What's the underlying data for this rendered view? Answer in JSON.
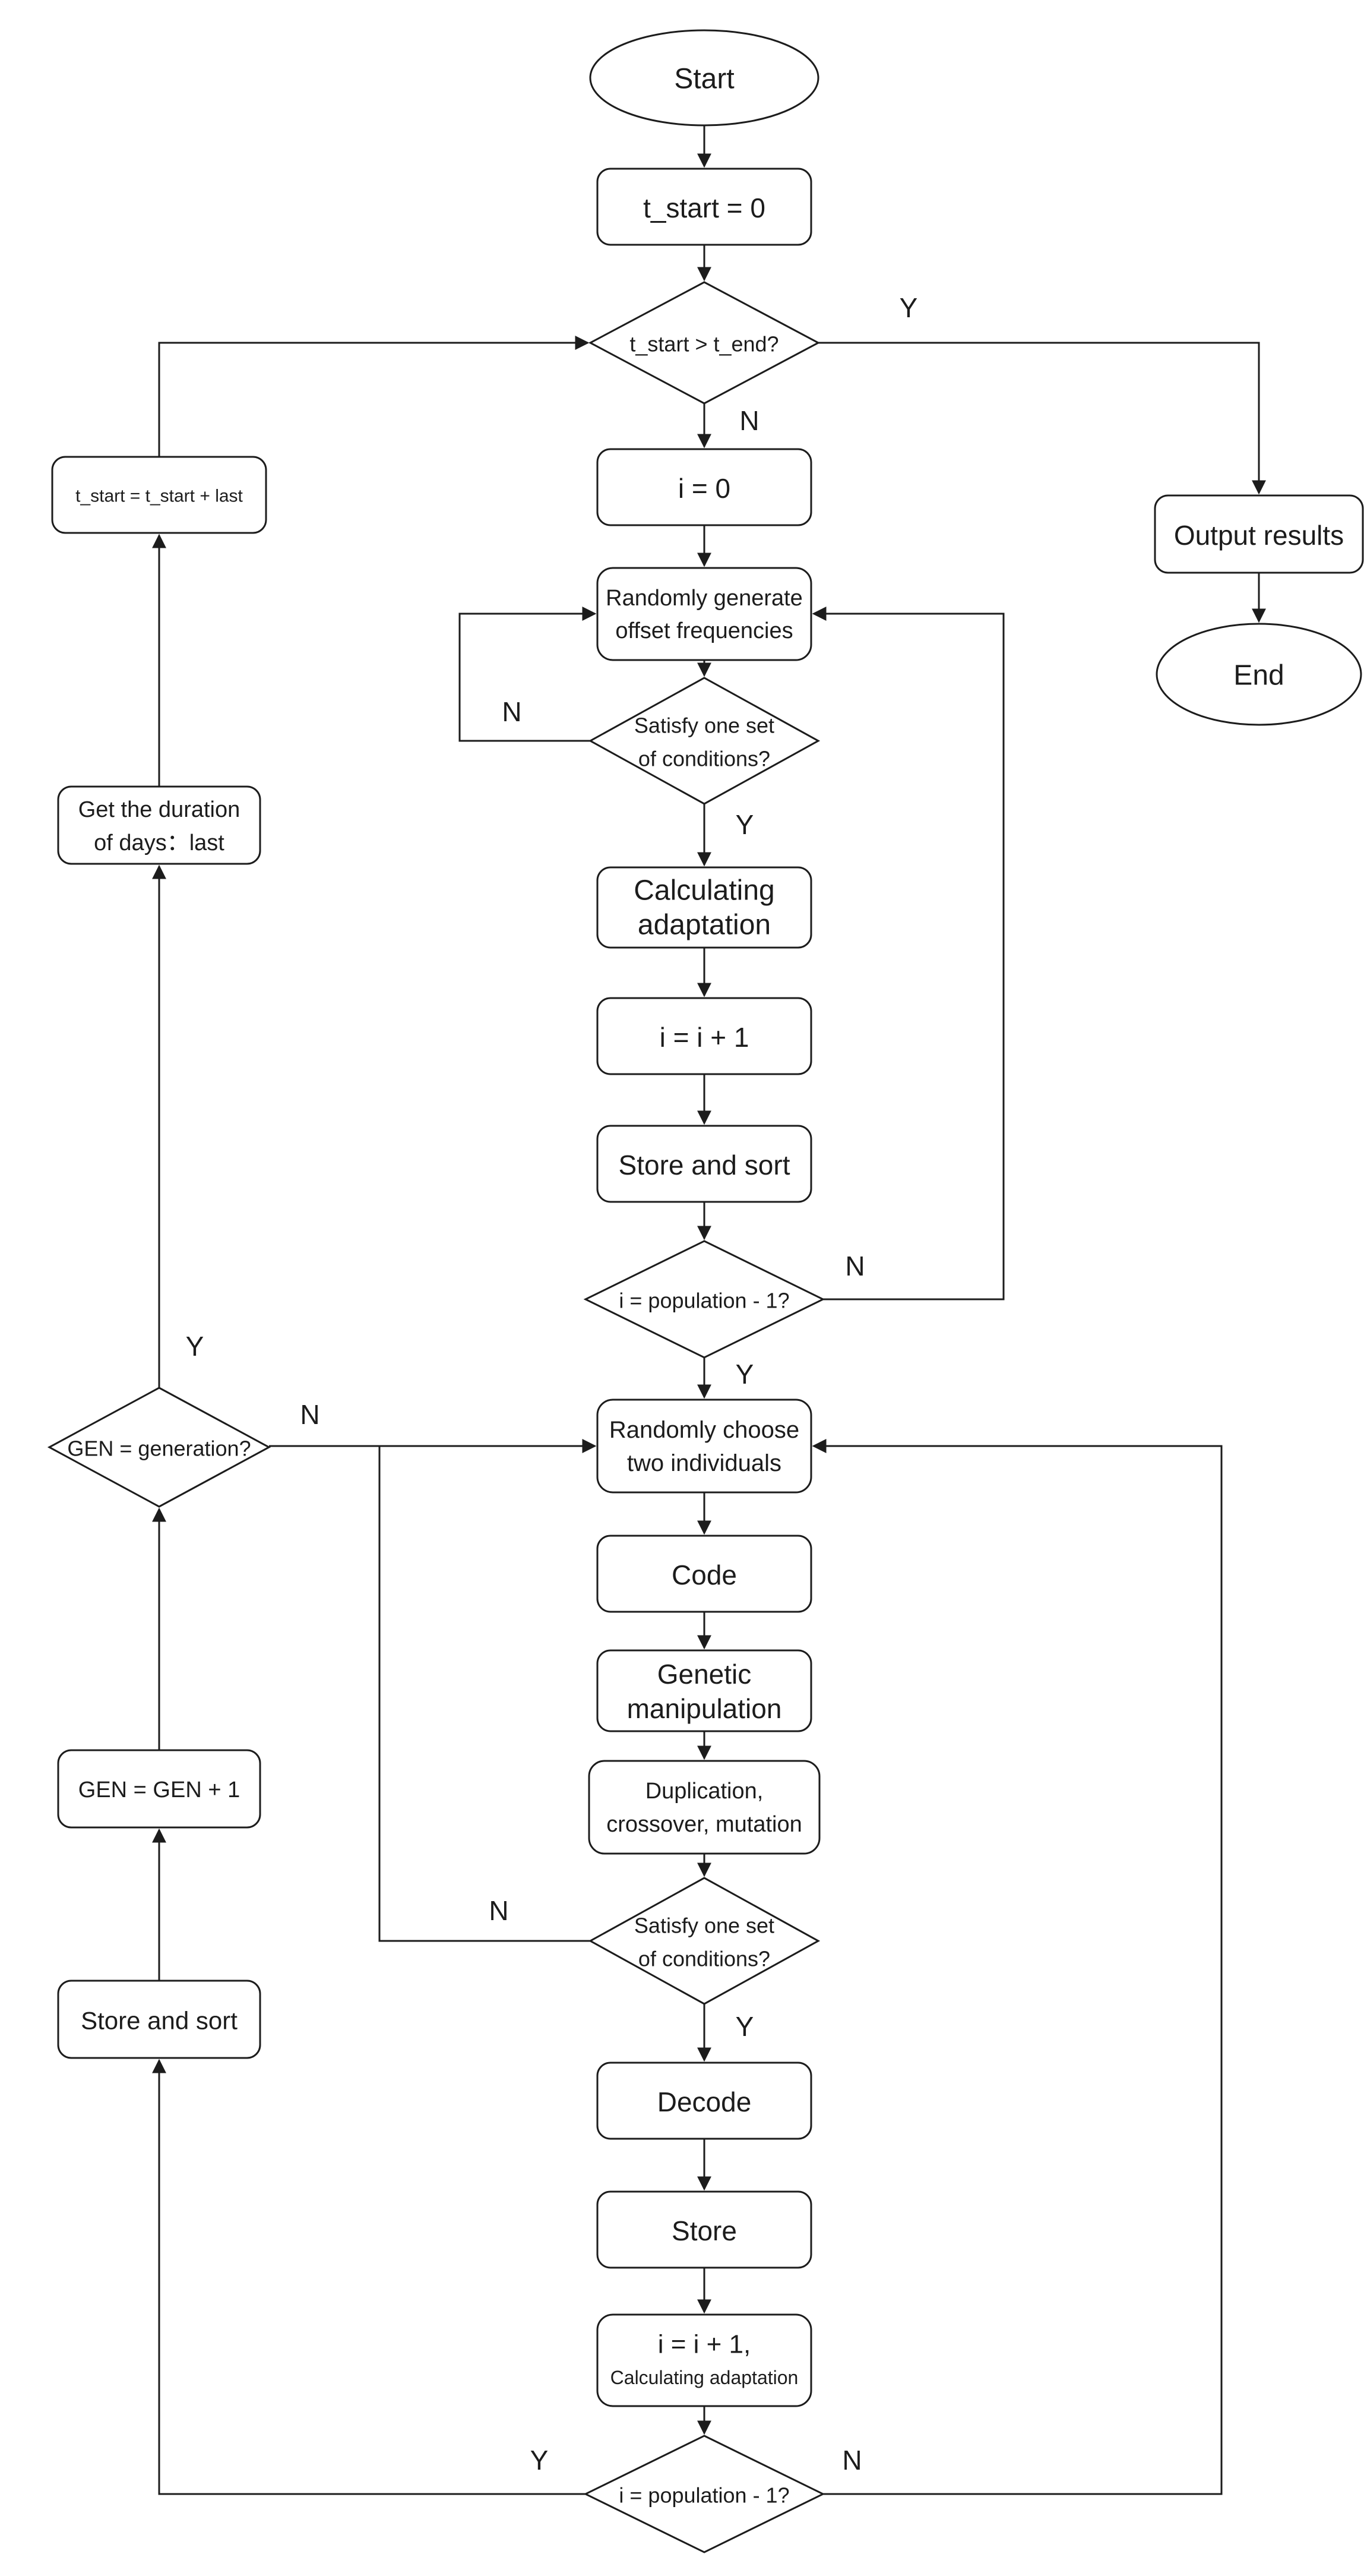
{
  "colors": {
    "stroke": "#1c1c1c",
    "node_fill": "#ffffff",
    "text": "#1c1c1c",
    "canvas": "#ffffff"
  },
  "nodes": {
    "start": {
      "label": "Start"
    },
    "t_start_0": {
      "label": "t_start = 0"
    },
    "dec_t_end": {
      "label": "t_start > t_end?"
    },
    "i_0": {
      "label": "i = 0"
    },
    "randomly_generate": {
      "lines": [
        "Randomly generate",
        "offset frequencies"
      ]
    },
    "satisfy_1": {
      "lines": [
        "Satisfy one set",
        "of conditions?"
      ]
    },
    "calculating_adaptation": {
      "lines": [
        "Calculating",
        "adaptation"
      ]
    },
    "i_plus_1": {
      "label": "i = i + 1"
    },
    "store_and_sort": {
      "label": "Store and sort"
    },
    "dec_population_1": {
      "label": "i = population - 1?"
    },
    "randomly_choose": {
      "lines": [
        "Randomly choose",
        "two individuals"
      ]
    },
    "code": {
      "label": "Code"
    },
    "genetic_manipulation": {
      "lines": [
        "Genetic",
        "manipulation"
      ]
    },
    "duplication": {
      "lines": [
        "Duplication,",
        "crossover, mutation"
      ]
    },
    "satisfy_2": {
      "lines": [
        "Satisfy one set",
        "of conditions?"
      ]
    },
    "decode": {
      "label": "Decode"
    },
    "store": {
      "label": "Store"
    },
    "i_plus_1_calc": {
      "lines": [
        "i = i + 1,",
        "Calculating adaptation"
      ]
    },
    "dec_population_2": {
      "label": "i = population - 1?"
    },
    "output_results": {
      "label": "Output results"
    },
    "end": {
      "label": "End"
    },
    "t_start_update": {
      "label": "t_start = t_start + last"
    },
    "get_duration": {
      "lines": [
        "Get the duration",
        "of days：last"
      ]
    },
    "dec_gen": {
      "label": "GEN = generation?"
    },
    "gen_plus_1": {
      "label": "GEN = GEN + 1"
    },
    "store_and_sort_left": {
      "label": "Store and sort"
    }
  },
  "edge_labels": {
    "dec_t_end": {
      "yes": "Y",
      "no": "N"
    },
    "satisfy_1": {
      "yes": "Y",
      "no": "N"
    },
    "dec_population_1": {
      "yes": "Y",
      "no": "N"
    },
    "dec_gen": {
      "yes": "Y",
      "no": "N"
    },
    "satisfy_2": {
      "yes": "Y",
      "no": "N"
    },
    "dec_population_2": {
      "yes": "Y",
      "no": "N"
    }
  }
}
